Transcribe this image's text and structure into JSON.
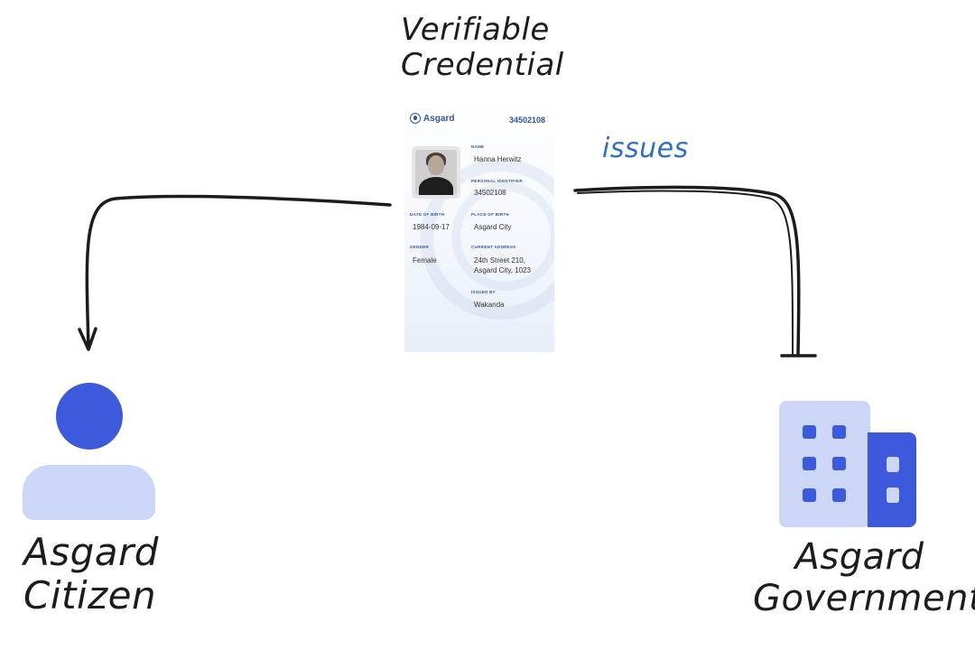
{
  "title_lines": [
    "Verifiable",
    "Credential"
  ],
  "edge_label": "issues",
  "citizen_lines": [
    "Asgard",
    "Citizen"
  ],
  "government_lines": [
    "Asgard",
    "Government"
  ],
  "card": {
    "brand": "Asgard",
    "number": "34502108",
    "fields": {
      "name_label": "NAME",
      "name": "Hanna Herwitz",
      "pid_label": "PERSONAL IDENTIFIER",
      "pid": "34502108",
      "dob_label": "DATE OF BIRTH",
      "dob": "1984-09-17",
      "pob_label": "PLACE OF BIRTH",
      "pob": "Asgard City",
      "gender_label": "GENDER",
      "gender": "Female",
      "address_label": "CURRENT ADDRESS",
      "address_line1": "24th Street 210,",
      "address_line2": "Asgard City, 1023",
      "issued_label": "ISSUED BY",
      "issued": "Wakanda"
    }
  },
  "colors": {
    "accent": "#3d59dc",
    "accent_light": "#ccd6f6",
    "label_blue": "#2f6fc0",
    "stroke": "#1c1c1c"
  }
}
